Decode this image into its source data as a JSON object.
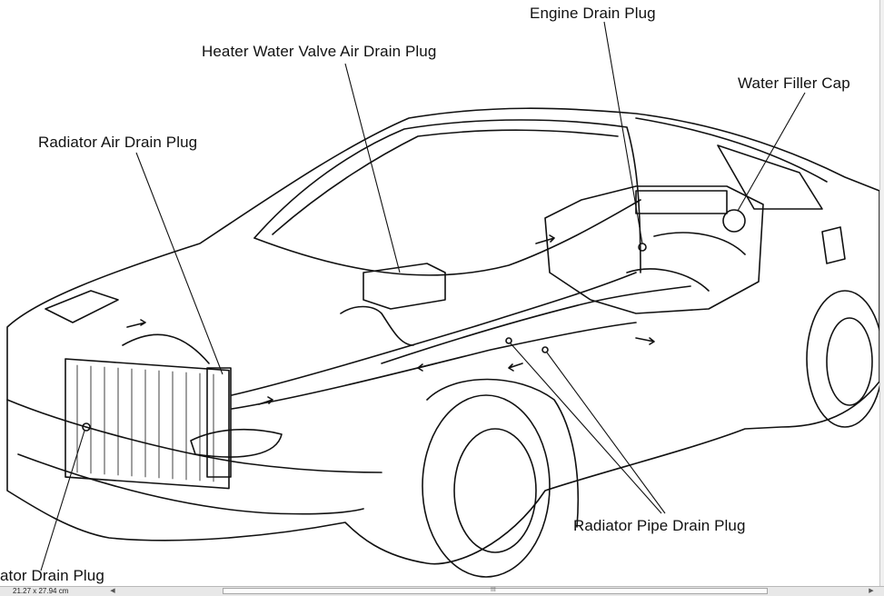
{
  "callouts": {
    "engine_drain_plug": "Engine Drain Plug",
    "heater_water_valve_air_drain_plug": "Heater Water Valve Air Drain Plug",
    "water_filler_cap": "Water Filler Cap",
    "radiator_air_drain_plug": "Radiator Air Drain Plug",
    "radiator_pipe_drain_plug": "Radiator Pipe Drain Plug",
    "radiator_drain_plug": "ator Drain Plug"
  },
  "status_bar": {
    "page_size": "21.27 x 27.94 cm",
    "scroll_left_icon": "triangle-left",
    "scroll_right_icon": "triangle-right",
    "scroll_grip": "III"
  },
  "colors": {
    "ink": "#111111",
    "paper": "#ffffff",
    "statusbar": "#e8e8e8"
  }
}
